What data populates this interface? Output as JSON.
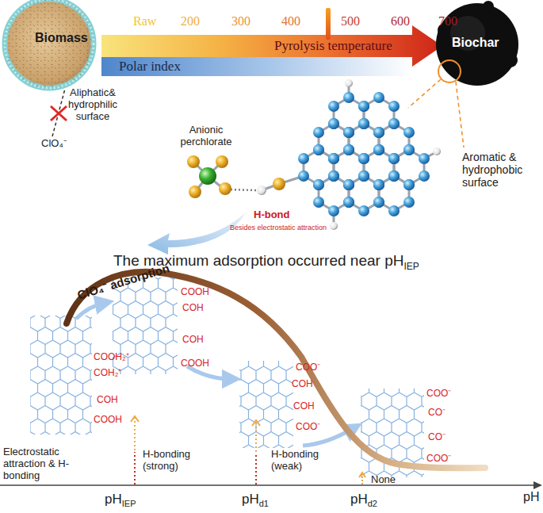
{
  "diagram": {
    "nodes": [
      {
        "text": [
          "Biomass"
        ]
      },
      {
        "text": [
          "Pyrolysis temperature"
        ]
      },
      {
        "text": [
          "Polar index"
        ]
      },
      {
        "text": [
          "Biochar"
        ]
      }
    ],
    "labels": [
      "Raw",
      "200",
      "300",
      "400",
      "500",
      "600",
      "700",
      "Aliphatic& hydrophilic surface",
      "ClO₄⁻",
      "Anionic perchlorate",
      "H-bond",
      "Besides electrostatic attraction",
      "Aromatic & hydrophobic surface",
      "The maximum adsorption occurred near pH",
      "IEP",
      "ClO₄⁻ adsorption",
      "COOH₂⁺",
      "COH₂⁺",
      "COH",
      "COOH",
      "COOH",
      "COH",
      "COH",
      "COOH",
      "COO⁻",
      "COH",
      "COH",
      "COO⁻",
      "COO⁻",
      "CO⁻",
      "CO⁻",
      "COO⁻",
      "Electrostatic attraction & H-bonding",
      "H-bonding (strong)",
      "H-bonding (weak)",
      "None",
      "pH",
      "IEP",
      "pH",
      "d1",
      "pH",
      "d2",
      "pH"
    ]
  }
}
